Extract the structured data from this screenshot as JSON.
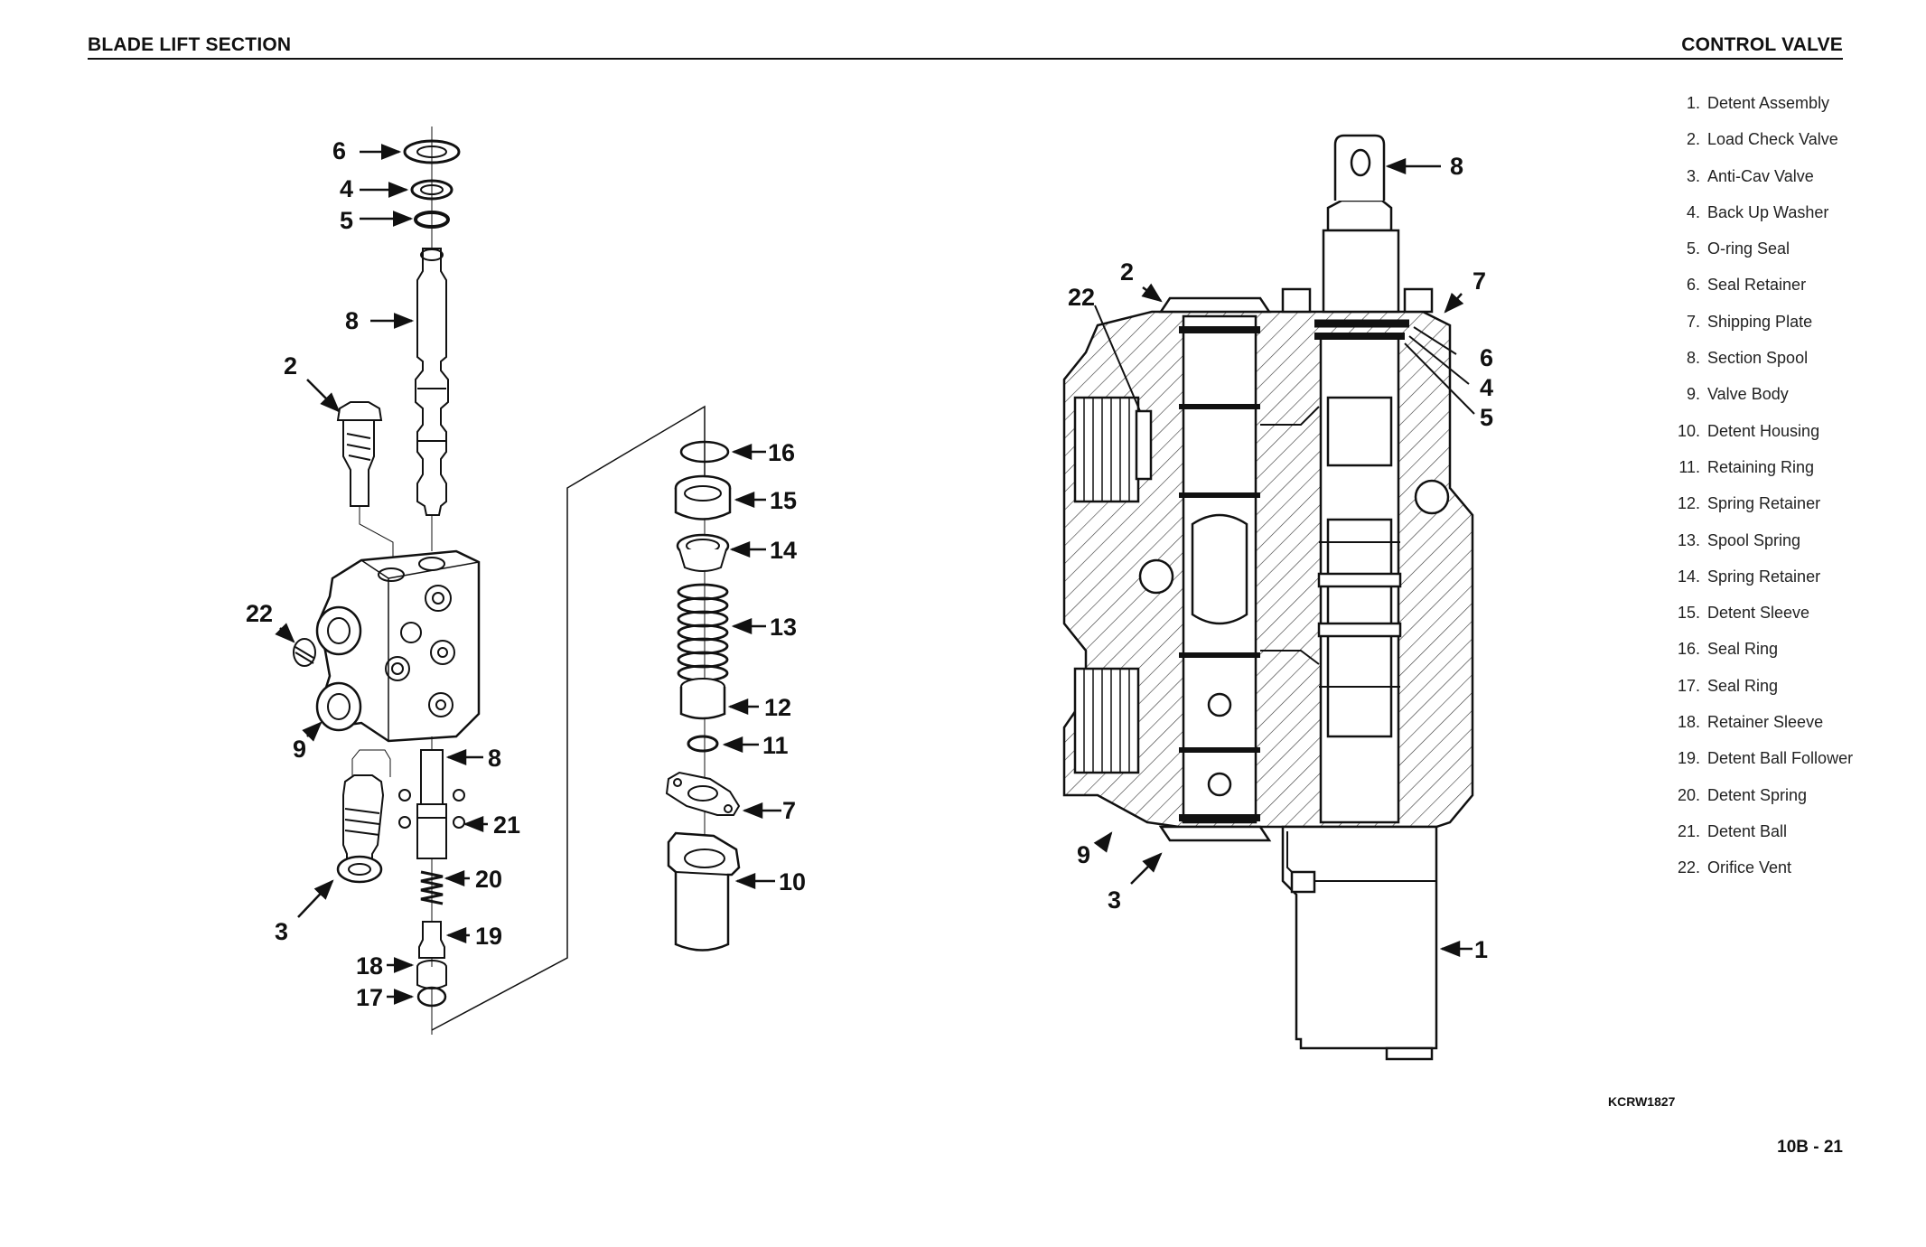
{
  "header": {
    "left_title": "BLADE LIFT SECTION",
    "right_title": "CONTROL VALVE"
  },
  "legend": [
    {
      "num": "1.",
      "label": "Detent Assembly"
    },
    {
      "num": "2.",
      "label": "Load Check Valve"
    },
    {
      "num": "3.",
      "label": "Anti-Cav Valve"
    },
    {
      "num": "4.",
      "label": "Back Up Washer"
    },
    {
      "num": "5.",
      "label": "O-ring Seal"
    },
    {
      "num": "6.",
      "label": "Seal Retainer"
    },
    {
      "num": "7.",
      "label": "Shipping Plate"
    },
    {
      "num": "8.",
      "label": "Section Spool"
    },
    {
      "num": "9.",
      "label": "Valve Body"
    },
    {
      "num": "10.",
      "label": "Detent Housing"
    },
    {
      "num": "11.",
      "label": "Retaining Ring"
    },
    {
      "num": "12.",
      "label": "Spring Retainer"
    },
    {
      "num": "13.",
      "label": "Spool Spring"
    },
    {
      "num": "14.",
      "label": "Spring Retainer"
    },
    {
      "num": "15.",
      "label": "Detent Sleeve"
    },
    {
      "num": "16.",
      "label": "Seal Ring"
    },
    {
      "num": "17.",
      "label": "Seal Ring"
    },
    {
      "num": "18.",
      "label": "Retainer Sleeve"
    },
    {
      "num": "19.",
      "label": "Detent Ball Follower"
    },
    {
      "num": "20.",
      "label": "Detent Spring"
    },
    {
      "num": "21.",
      "label": "Detent Ball"
    },
    {
      "num": "22.",
      "label": "Orifice Vent"
    }
  ],
  "exploded_callouts": [
    "6",
    "4",
    "5",
    "8",
    "2",
    "22",
    "9",
    "3",
    "8",
    "21",
    "20",
    "19",
    "18",
    "17",
    "16",
    "15",
    "14",
    "13",
    "12",
    "11",
    "7",
    "10"
  ],
  "section_callouts": [
    "8",
    "2",
    "22",
    "7",
    "6",
    "4",
    "5",
    "9",
    "3",
    "1"
  ],
  "figure_id": "KCRW1827",
  "page_number": "10B - 21"
}
